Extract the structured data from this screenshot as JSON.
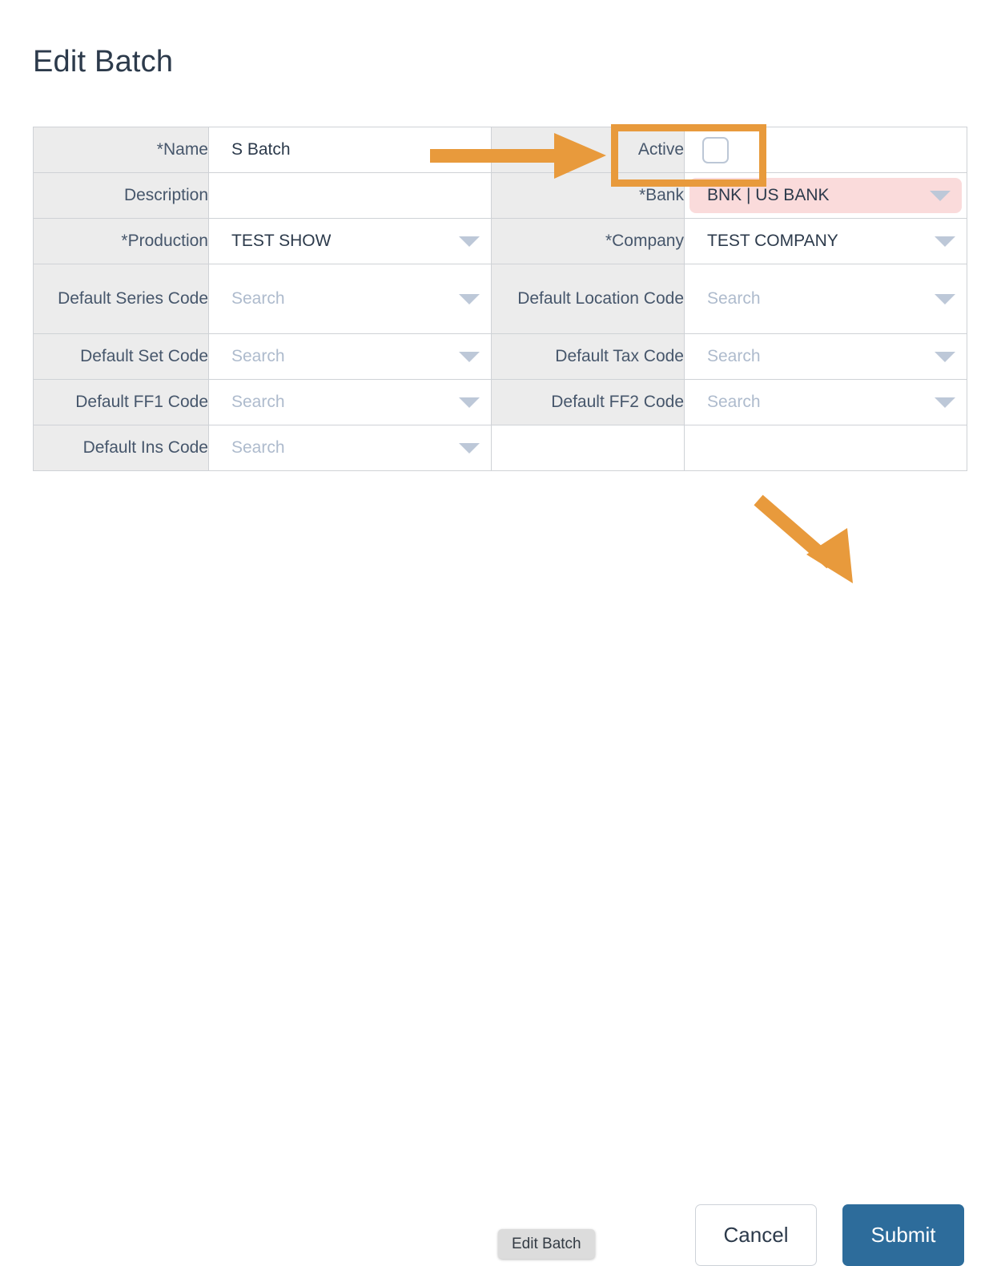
{
  "page": {
    "title": "Edit Batch"
  },
  "form": {
    "rows": [
      {
        "left": {
          "label": "*Name",
          "type": "text",
          "value": "S Batch",
          "placeholder": ""
        },
        "right": {
          "label": "Active",
          "type": "checkbox",
          "checked": false
        }
      },
      {
        "left": {
          "label": "Description",
          "type": "text",
          "value": "",
          "placeholder": ""
        },
        "right": {
          "label": "*Bank",
          "type": "select",
          "value": "BNK | US BANK",
          "error": true
        }
      },
      {
        "left": {
          "label": "*Production",
          "type": "select",
          "value": "TEST SHOW"
        },
        "right": {
          "label": "*Company",
          "type": "select",
          "value": "TEST COMPANY"
        }
      },
      {
        "left": {
          "label": "Default Series Code",
          "type": "select",
          "value": "",
          "placeholder": "Search"
        },
        "right": {
          "label": "Default Location Code",
          "type": "select",
          "value": "",
          "placeholder": "Search"
        }
      },
      {
        "left": {
          "label": "Default Set Code",
          "type": "select",
          "value": "",
          "placeholder": "Search"
        },
        "right": {
          "label": "Default Tax Code",
          "type": "select",
          "value": "",
          "placeholder": "Search"
        }
      },
      {
        "left": {
          "label": "Default FF1 Code",
          "type": "select",
          "value": "",
          "placeholder": "Search"
        },
        "right": {
          "label": "Default FF2 Code",
          "type": "select",
          "value": "",
          "placeholder": "Search"
        }
      },
      {
        "left": {
          "label": "Default Ins Code",
          "type": "select",
          "value": "",
          "placeholder": "Search"
        },
        "right": null
      }
    ]
  },
  "footer": {
    "tooltip": "Edit Batch",
    "cancel_label": "Cancel",
    "submit_label": "Submit"
  },
  "annotations": {
    "highlight_target": "Active",
    "arrow_horizontal_target": "Active",
    "arrow_diagonal_target": "Submit"
  },
  "colors": {
    "accent_orange": "#e89a3c",
    "submit_blue": "#2d6c9b",
    "error_pink": "#fadbdb",
    "label_bg": "#ececec",
    "title_text": "#2c3a4b",
    "placeholder_text": "#aebbcd",
    "caret": "#bdc8d8"
  }
}
